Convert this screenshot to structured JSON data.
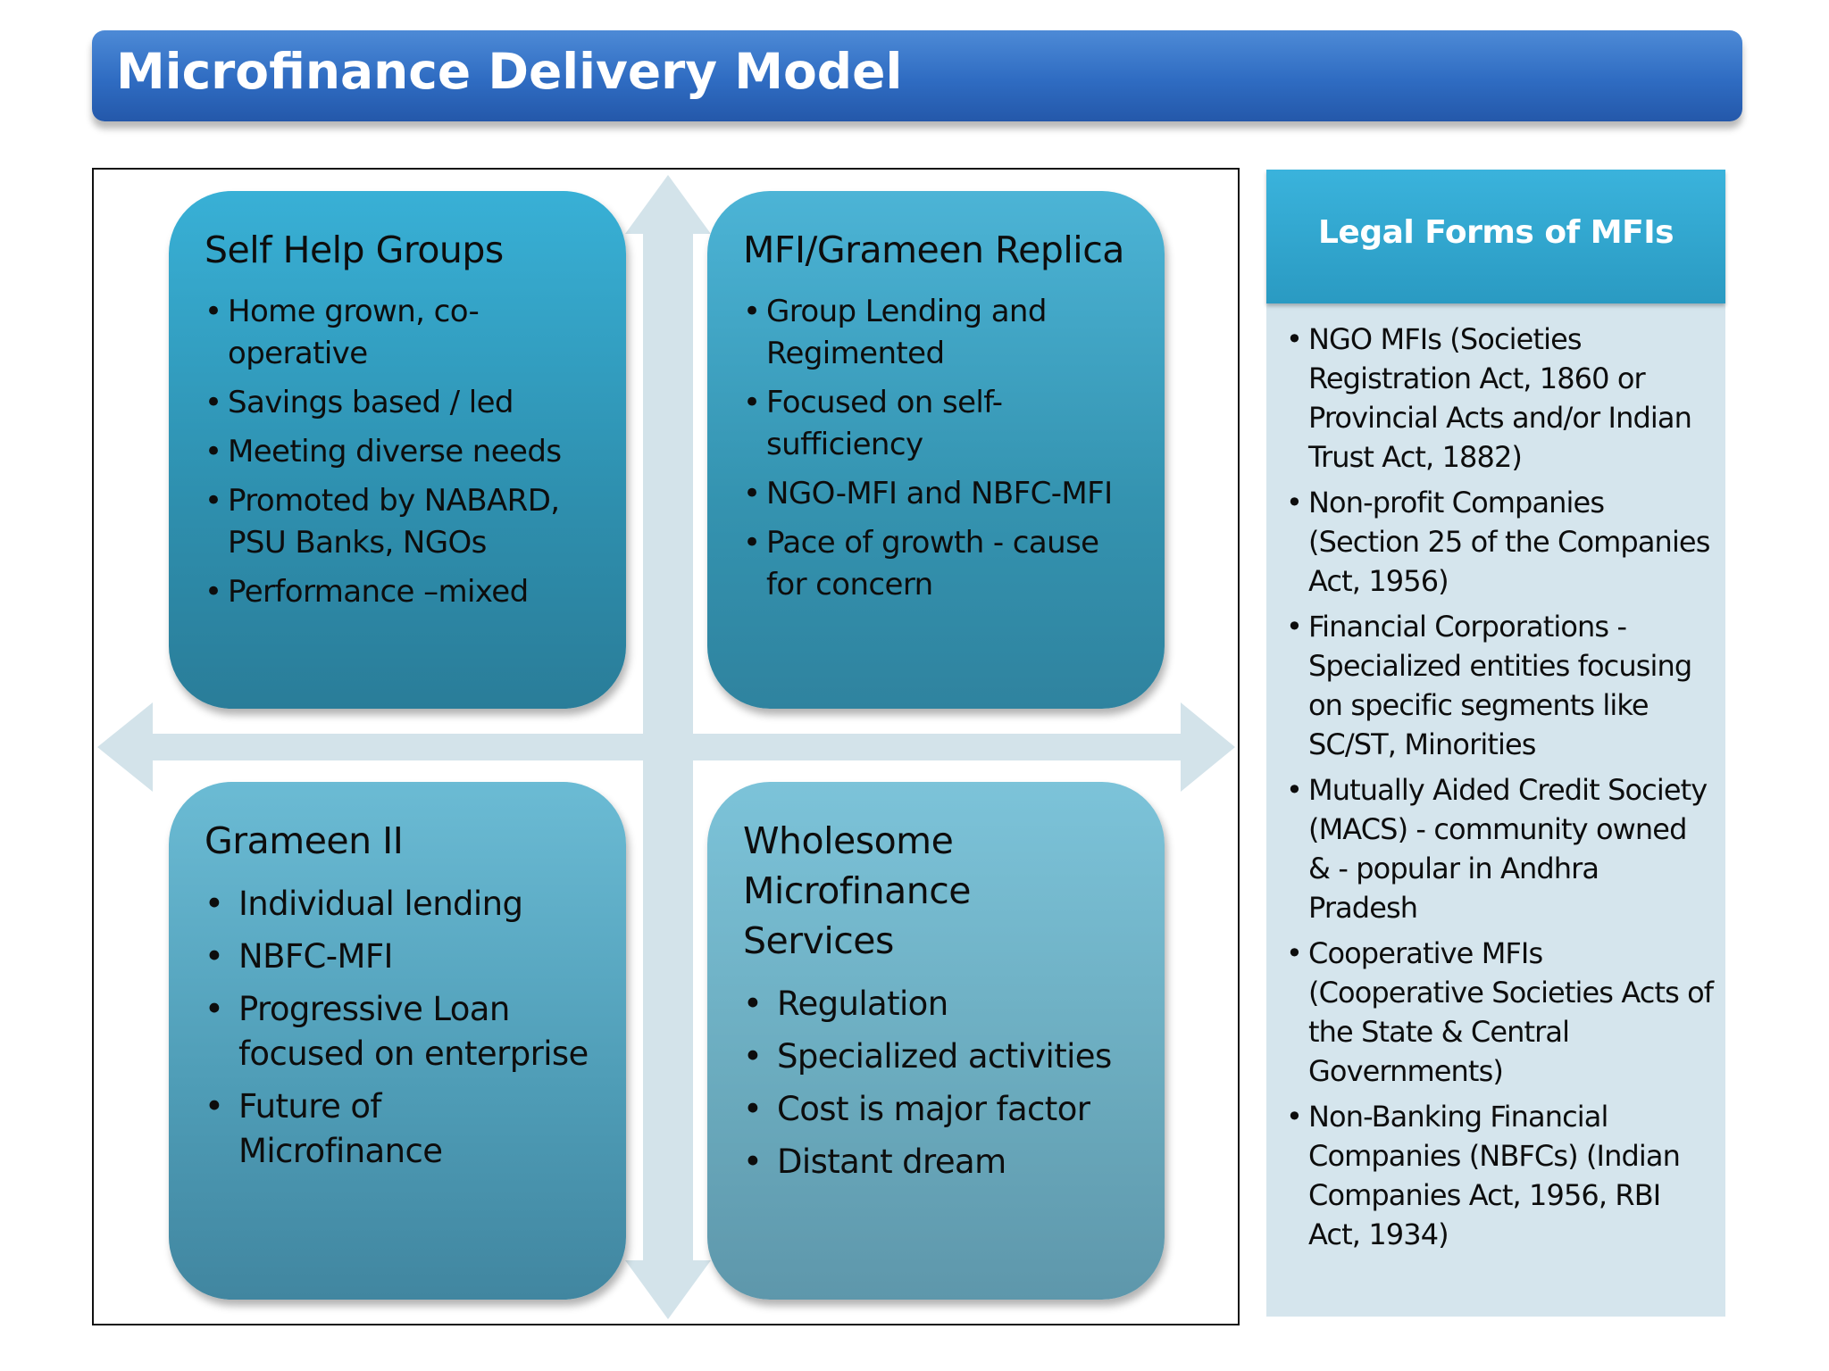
{
  "title": "Microfinance Delivery Model",
  "quadrants": [
    {
      "title": "Self Help Groups",
      "items": [
        "Home grown, co-operative",
        "Savings based / led",
        "Meeting diverse needs",
        "Promoted by NABARD, PSU Banks, NGOs",
        "Performance –mixed"
      ]
    },
    {
      "title": "MFI/Grameen Replica",
      "items": [
        "Group Lending and Regimented",
        "Focused on self-sufficiency",
        "NGO-MFI and NBFC-MFI",
        "Pace of growth - cause for concern"
      ]
    },
    {
      "title": "Grameen II",
      "items": [
        "Individual lending",
        "NBFC-MFI",
        "Progressive Loan focused on enterprise",
        "Future of Microfinance"
      ]
    },
    {
      "title": "Wholesome Microfinance Services",
      "items": [
        "Regulation",
        "Specialized activities",
        "Cost is major factor",
        "Distant dream"
      ]
    }
  ],
  "legal_forms": {
    "title": "Legal Forms of MFIs",
    "items": [
      "NGO MFIs (Societies Registration Act, 1860 or Provincial Acts and/or Indian Trust Act, 1882)",
      "Non-profit Companies (Section 25 of the Companies Act, 1956)",
      "Financial Corporations - Specialized entities focusing on specific segments like SC/ST, Minorities",
      "Mutually Aided Credit Society (MACS) - community owned & - popular in Andhra Pradesh",
      "Cooperative MFIs (Cooperative Societies Acts of the State & Central Governments)",
      "Non-Banking Financial Companies (NBFCs) (Indian Companies Act, 1956, RBI Act, 1934)"
    ]
  },
  "colors": {
    "title_bar": "#2f6cc2",
    "arrow": "#d3e3ea",
    "legal_header": "#2a9ac2",
    "legal_body": "#d5e5ed"
  }
}
